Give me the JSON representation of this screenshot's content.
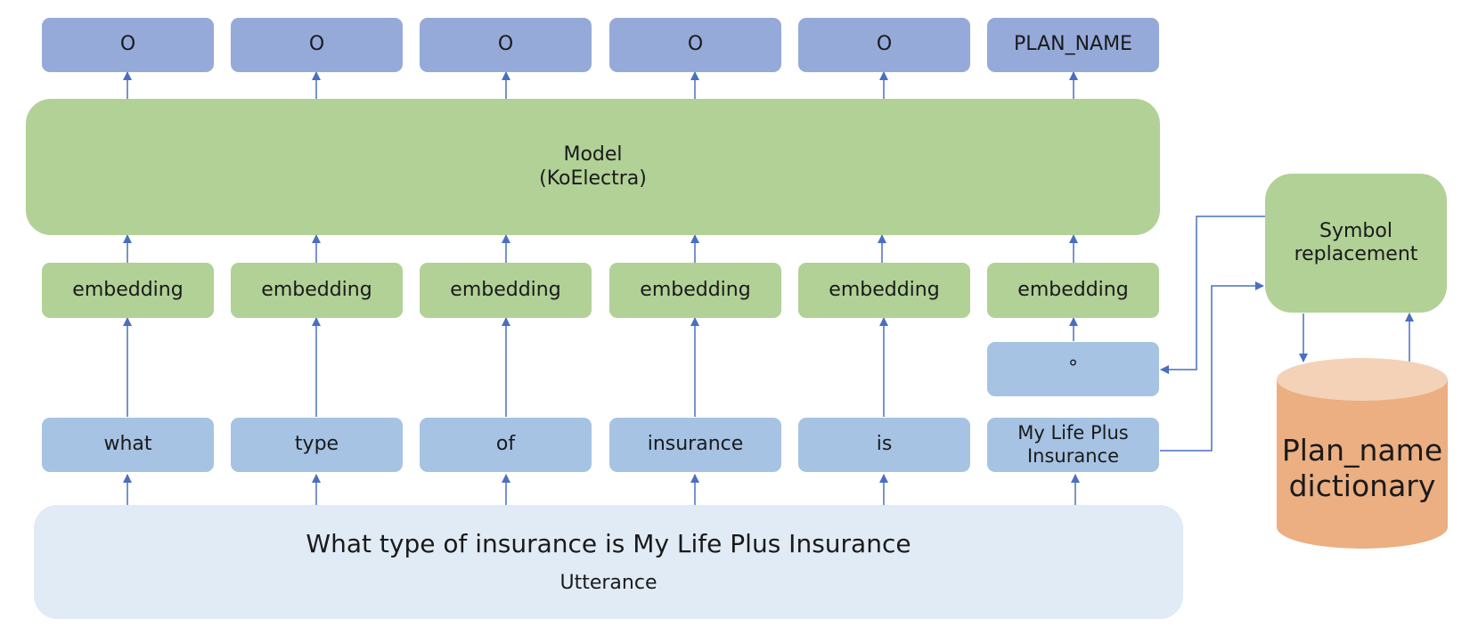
{
  "outputs": [
    "O",
    "O",
    "O",
    "O",
    "O",
    "PLAN_NAME"
  ],
  "model": {
    "line1": "Model",
    "line2": "(KoElectra)"
  },
  "embedding_label": "embedding",
  "tokens": [
    "what",
    "type",
    "of",
    "insurance",
    "is",
    "My Life Plus Insurance"
  ],
  "symbol_token": "°",
  "utterance": {
    "text": "What type of insurance is My Life Plus Insurance",
    "label": "Utterance"
  },
  "symbol_replacement": {
    "line1": "Symbol",
    "line2": "replacement"
  },
  "dictionary": {
    "line1": "Plan_name",
    "line2": "dictionary"
  },
  "colors": {
    "output_box": "#95aad9",
    "embedding_box": "#b1d196",
    "token_box": "#a6c3e3",
    "utterance_box": "#e0ebf6",
    "dictionary_body": "#ebaf82",
    "dictionary_top": "#f4d2b8",
    "arrow": "#4a6fc0"
  }
}
